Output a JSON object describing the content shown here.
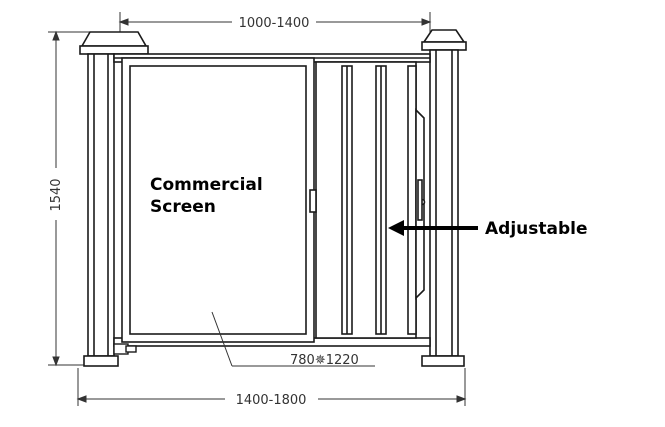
{
  "labels": {
    "screen_line1": "Commercial",
    "screen_line2": "Screen",
    "adjustable": "Adjustable"
  },
  "dimensions": {
    "top_width": "1000-1400",
    "bottom_width": "1400-1800",
    "height": "1540",
    "screen_size": "780✵1220"
  },
  "colors": {
    "line": "#1a1a1a",
    "frame_fill": "#ffffff",
    "screen_fill": "#ffffff"
  }
}
